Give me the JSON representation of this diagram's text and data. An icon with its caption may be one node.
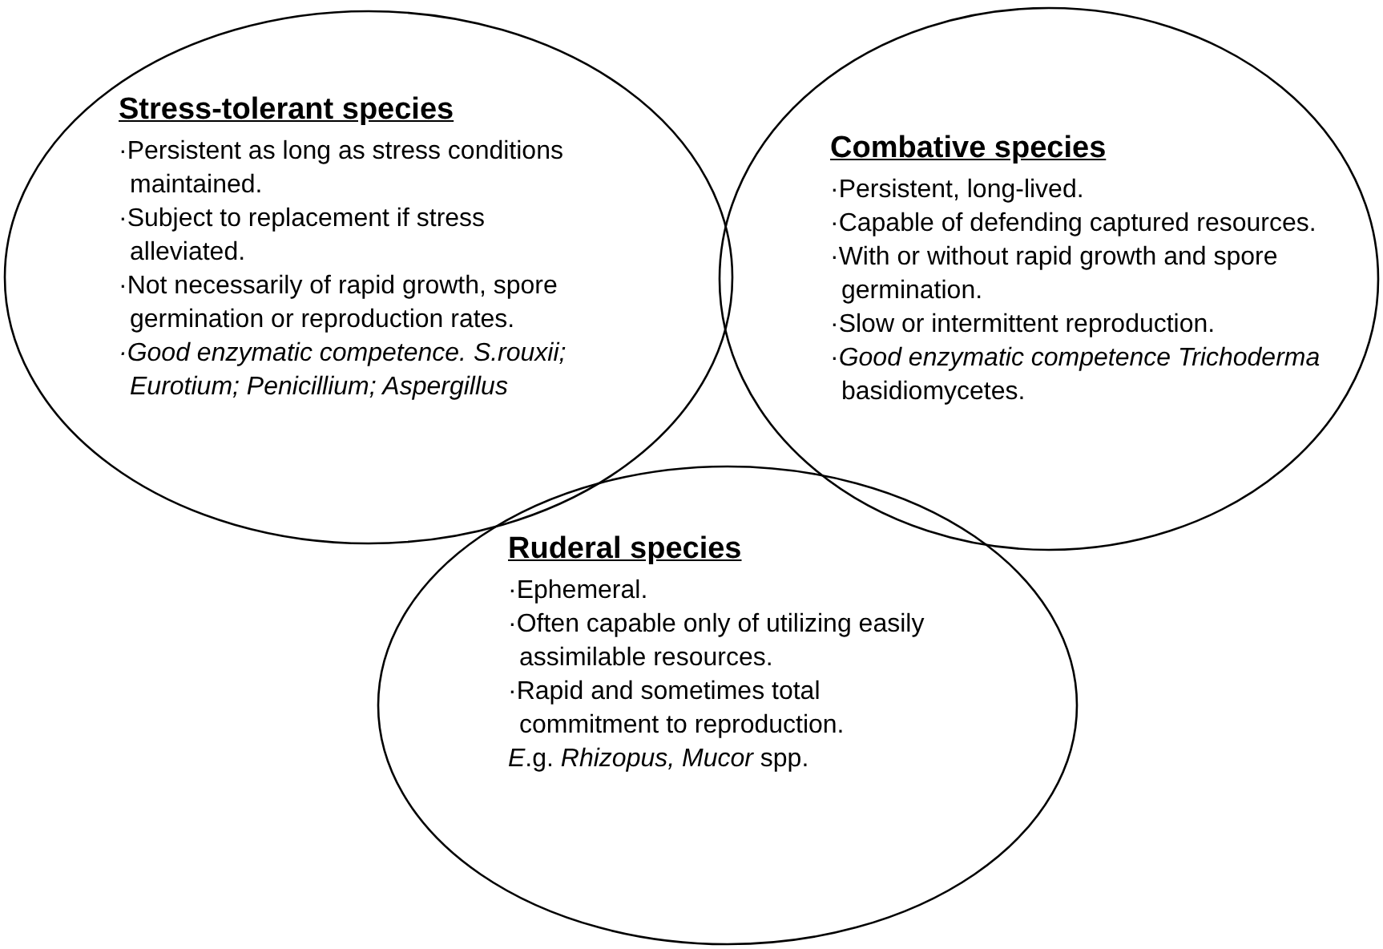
{
  "diagram": {
    "nodes": [
      {
        "text": [
          "Stress-tolerant species",
          "·Persistent as long as stress conditions maintained.",
          "·Subject to replacement if stress alleviated.",
          "·Not necessarily of rapid growth, spore germination or reproduction rates.",
          "·Good enzymatic competence. S.rouxii; Eurotium; Penicillium; Aspergillus"
        ]
      },
      {
        "text": [
          "Combative species",
          "·Persistent, long-lived.",
          "·Capable of defending captured resources.",
          "·With or without rapid growth and spore germination.",
          "·Slow or intermittent reproduction.",
          "·*Good enzymatic competence* *Trichoderma* basidiomycetes."
        ]
      },
      {
        "text": [
          "Ruderal species",
          "·Ephemeral.",
          "·Often capable only of utilizing easily assimilable resources.",
          "·Rapid and sometimes total commitment to reproduction.",
          "*E*.g. *Rhizopus, Mucor* spp."
        ]
      }
    ]
  }
}
